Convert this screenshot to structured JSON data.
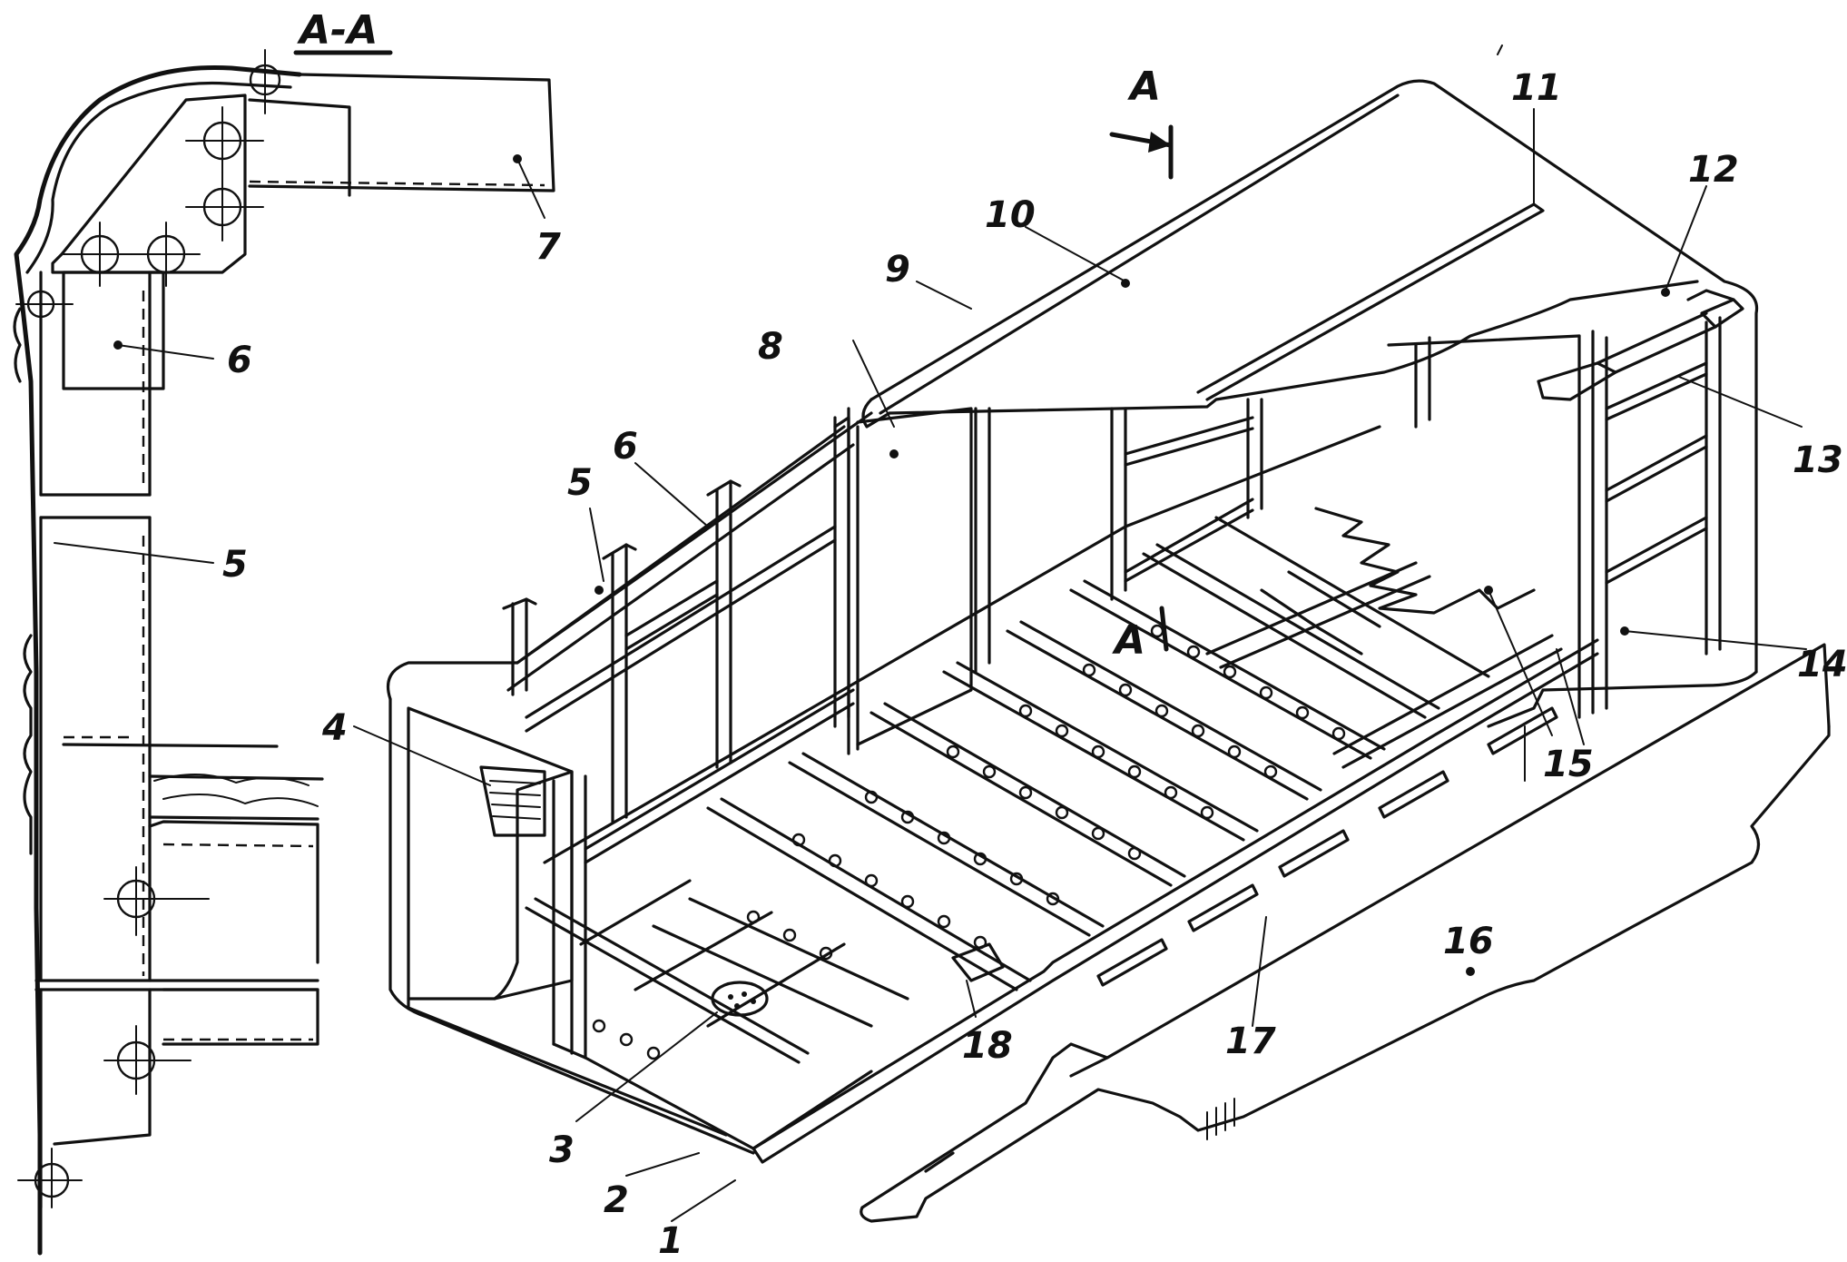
{
  "section_title": "A-A",
  "section_marker": "A",
  "section_marker_lower": "A",
  "labels": {
    "l1": "1",
    "l2": "2",
    "l3": "3",
    "l4": "4",
    "l5": "5",
    "l6": "6",
    "l7": "7",
    "l8": "8",
    "l9": "9",
    "l10": "10",
    "l11": "11",
    "l12": "12",
    "l13": "13",
    "l14": "14",
    "l15": "15",
    "l16": "16",
    "l17": "17",
    "l18": "18",
    "s5": "5",
    "s6": "6",
    "s7": "7"
  }
}
